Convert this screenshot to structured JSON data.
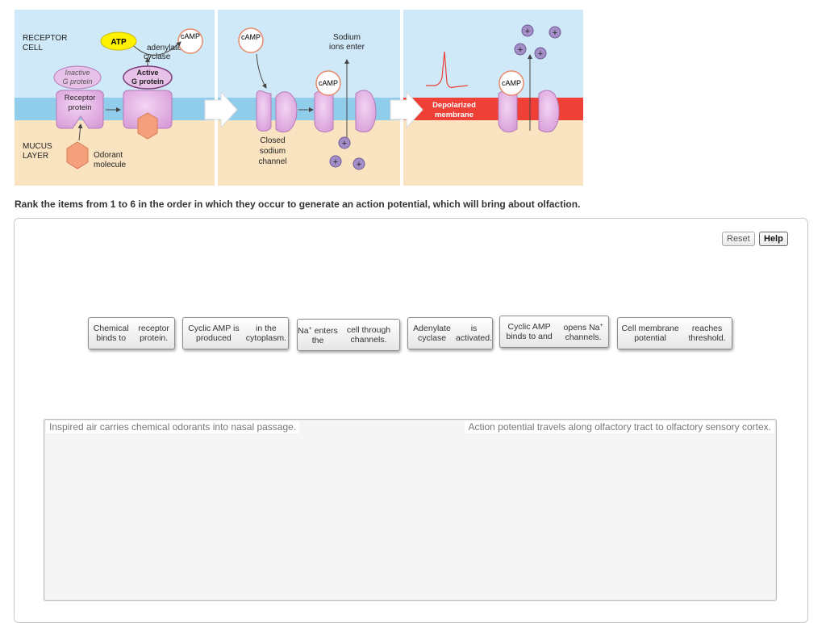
{
  "figure": {
    "panel1": {
      "receptor_cell": [
        "RECEPTOR",
        "CELL"
      ],
      "mucus_layer": [
        "MUCUS",
        "LAYER"
      ],
      "atp": "ATP",
      "adenylate_cyclase": [
        "adenylate",
        "cyclase"
      ],
      "camp": "cAMP",
      "inactive_g_protein": [
        "Inactive",
        "G protein"
      ],
      "active_g_protein": [
        "Active",
        "G protein"
      ],
      "receptor_protein": [
        "Receptor",
        "protein"
      ],
      "odorant_molecule": [
        "Odorant",
        "molecule"
      ]
    },
    "panel2": {
      "camp_top": "cAMP",
      "sodium_ions_enter": [
        "Sodium",
        "ions enter"
      ],
      "camp_bound": "cAMP",
      "closed_sodium_channel": [
        "Closed",
        "sodium",
        "channel"
      ],
      "plus_sign": "+"
    },
    "panel3": {
      "depolarized_membrane": [
        "Depolarized",
        "membrane"
      ],
      "camp_bound": "cAMP",
      "plus_sign": "+"
    }
  },
  "question": "Rank the items from 1 to 6 in the order in which they occur to generate an action potential, which will bring about olfaction.",
  "buttons": {
    "reset": "Reset",
    "help": "Help"
  },
  "items": [
    {
      "lines": [
        "Chemical binds to",
        "receptor protein."
      ]
    },
    {
      "lines": [
        "Cyclic AMP is produced",
        "in the cytoplasm."
      ]
    },
    {
      "lines": [
        "Na+ enters the",
        "cell through channels."
      ]
    },
    {
      "lines": [
        "Adenylate cyclase",
        "is activated."
      ]
    },
    {
      "lines": [
        "Cyclic AMP binds to and",
        "opens Na+ channels."
      ]
    },
    {
      "lines": [
        "Cell membrane potential",
        "reaches threshold."
      ]
    }
  ],
  "sequence": {
    "start": "Inspired air carries chemical odorants into nasal passage.",
    "end": "Action potential travels along olfactory tract to olfactory sensory cortex."
  },
  "colors": {
    "cell_blue": "#cfe9f8",
    "membrane_blue": "#8fcdea",
    "mucus": "#f9e3c1",
    "protein": "#e3b6e3",
    "odorant": "#f4a07c",
    "atp": "#fff200",
    "camp_ring": "#e88a6c",
    "ion": "#a48ec8",
    "depolarized": "#ee4036"
  }
}
